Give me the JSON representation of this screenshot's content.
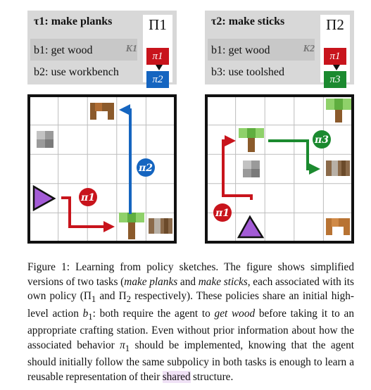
{
  "tasks": [
    {
      "title": "τ1: make planks",
      "policy": "Π1",
      "steps": [
        {
          "label": "b1: get wood",
          "k": "K1",
          "pi": "π1",
          "pi_color": "#c8141c"
        },
        {
          "label": "b2: use workbench",
          "pi": "π2",
          "pi_color": "#1565c0"
        }
      ]
    },
    {
      "title": "τ2: make sticks",
      "policy": "Π2",
      "steps": [
        {
          "label": "b1: get wood",
          "k": "K2",
          "pi": "π1",
          "pi_color": "#c8141c"
        },
        {
          "label": "b3: use toolshed",
          "pi": "π3",
          "pi_color": "#1b8a2f"
        }
      ]
    }
  ],
  "grid_badges": {
    "left_red": "π1",
    "left_blue": "π2",
    "right_red": "π1",
    "right_green": "π3"
  },
  "colors": {
    "red": "#c8141c",
    "blue": "#1565c0",
    "green": "#1b8a2f",
    "agent": "#a35bd6",
    "highlight": "#f0e2f6"
  },
  "caption": {
    "label": "Figure 1:",
    "text_1": " Learning from policy sketches. The figure shows simplified versions of two tasks (",
    "task1_em": "make planks",
    "text_2": " and ",
    "task2_em": "make sticks",
    "text_3": ", each associated with its own policy (Π",
    "sub1": "1",
    "text_4": " and Π",
    "sub2": "2",
    "text_5": " respectively). These policies share an initial high-level action ",
    "b1": "b",
    "b1_sub": "1",
    "text_6": ": both require the agent to ",
    "getwood_em": "get wood",
    "text_7": " before taking it to an appropriate crafting station. Even without prior information about how the associated behavior ",
    "pi1": "π",
    "pi1_sub": "1",
    "text_8": " should be implemented, knowing that the agent should initially follow the same subpolicy in both tasks is enough to learn a reusable representation of their ",
    "shared": "shared",
    "text_9": " structure."
  }
}
